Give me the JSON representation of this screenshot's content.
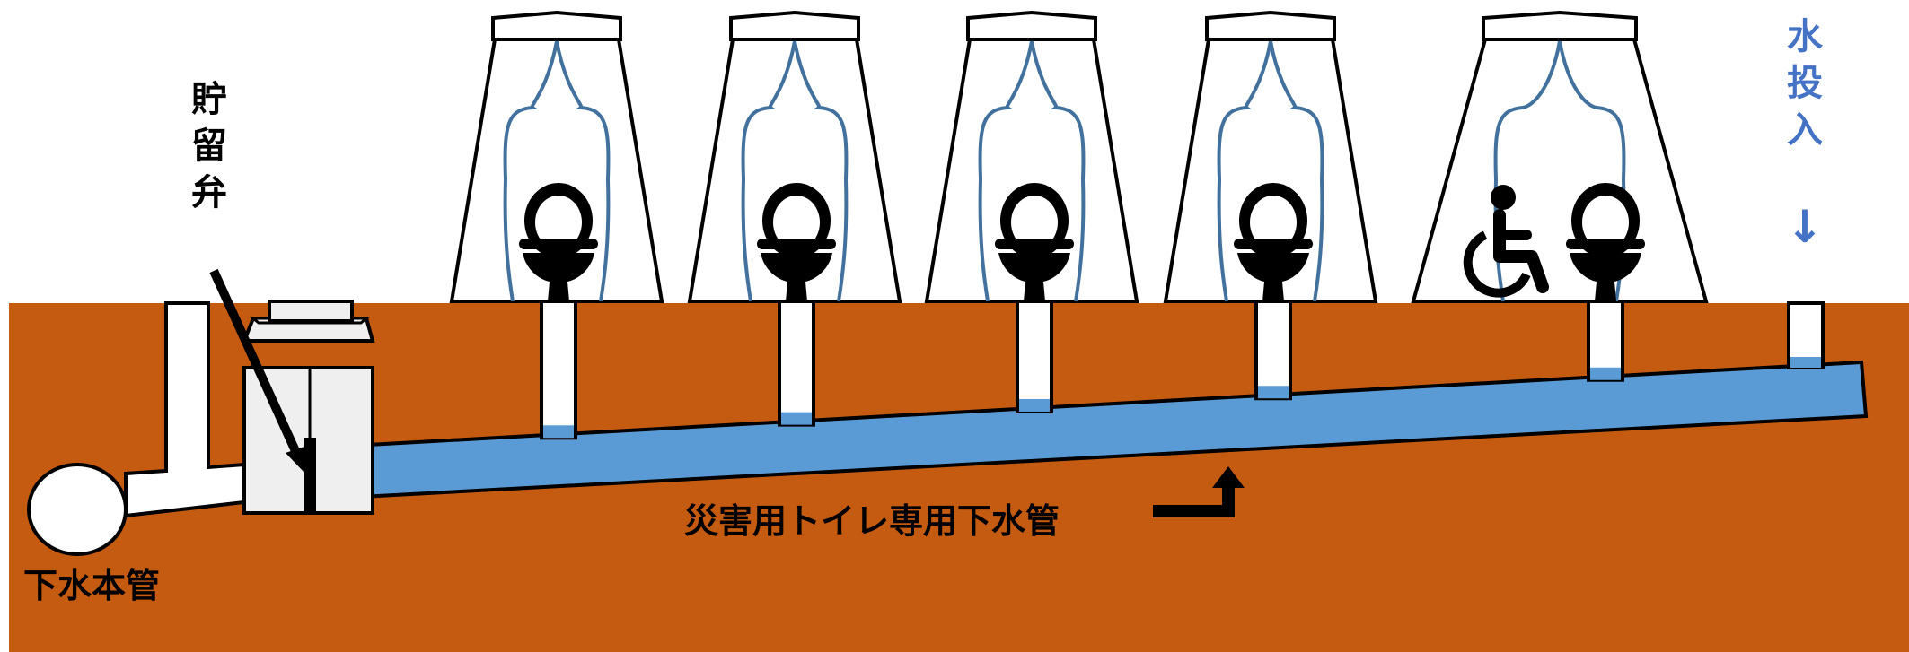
{
  "labels": {
    "valve_chars": [
      "貯",
      "留",
      "弁"
    ],
    "water_chars": [
      "水",
      "投",
      "入"
    ],
    "water_arrow": "↓",
    "pipe_label": "災害用トイレ専用下水管",
    "main_sewer_label": "下水本管"
  },
  "toilet_count": 5,
  "accessible_toilet_index": 4,
  "colors": {
    "soil": "#c55a11",
    "water": "#5b9bd5",
    "tent_stroke": "#000000",
    "curtain": "#41719c",
    "water_label": "#4472c4",
    "background": "#ffffff"
  }
}
